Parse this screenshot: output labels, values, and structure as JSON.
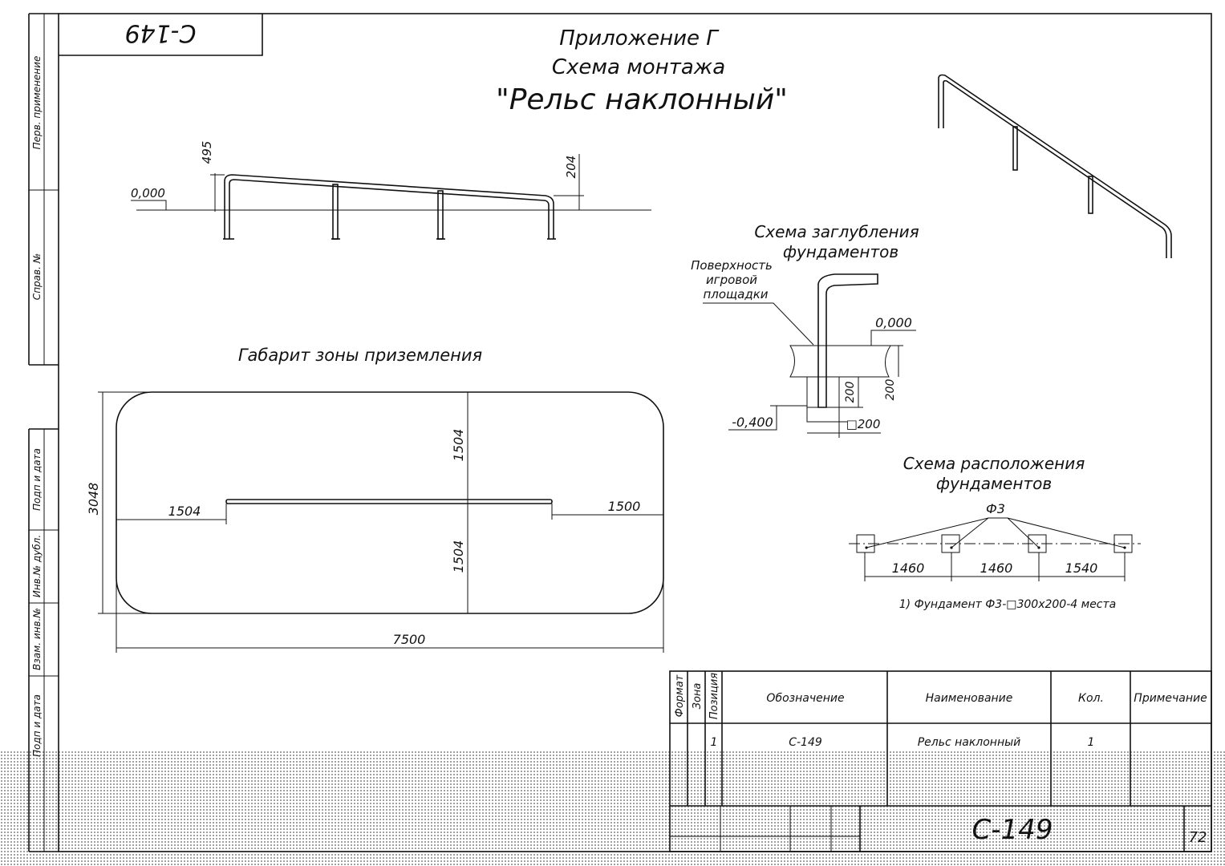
{
  "stamp": {
    "code_rotated": "С-149"
  },
  "title": {
    "line1": "Приложение Г",
    "line2": "Схема монтажа",
    "line3": "\"Рельс наклонный\""
  },
  "side_labels": {
    "perv": "Перв. применение",
    "sprav": "Справ. №",
    "podp1": "Подп и дата",
    "inv_dubl": "Инв.№ дубл.",
    "vzam": "Взам. инв.№",
    "podp2": "Подп и дата"
  },
  "side_view": {
    "level": "0,000",
    "height_left": "495",
    "height_right": "204"
  },
  "foundation_depth": {
    "title1": "Схема заглубления",
    "title2": "фундаментов",
    "surface1": "Поверхность",
    "surface2": "игровой",
    "surface3": "площадки",
    "level_top": "0,000",
    "level_bottom": "-0,400",
    "dim_inner": "200",
    "dim_outer": "200",
    "dim_square": "□200"
  },
  "landing_zone": {
    "title": "Габарит зоны приземления",
    "width": "7500",
    "height": "3048",
    "top_half": "1504",
    "bottom_half": "1504",
    "left_offset": "1504",
    "right_offset": "1500"
  },
  "foundation_layout": {
    "title1": "Схема расположения",
    "title2": "фундаментов",
    "tag": "Ф3",
    "spacing": [
      "1460",
      "1460",
      "1540"
    ],
    "note": "1) Фундамент Ф3-□300х200-4 места"
  },
  "spec_table": {
    "headers": {
      "format": "Формат",
      "zone": "Зона",
      "position": "Позиция",
      "designation": "Обозначение",
      "name": "Наименование",
      "qty": "Кол.",
      "note": "Примечание"
    },
    "row": {
      "position": "1",
      "designation": "С-149",
      "name": "Рельс наклонный",
      "qty": "1"
    }
  },
  "title_block": {
    "code": "С-149",
    "sheet": "72"
  }
}
